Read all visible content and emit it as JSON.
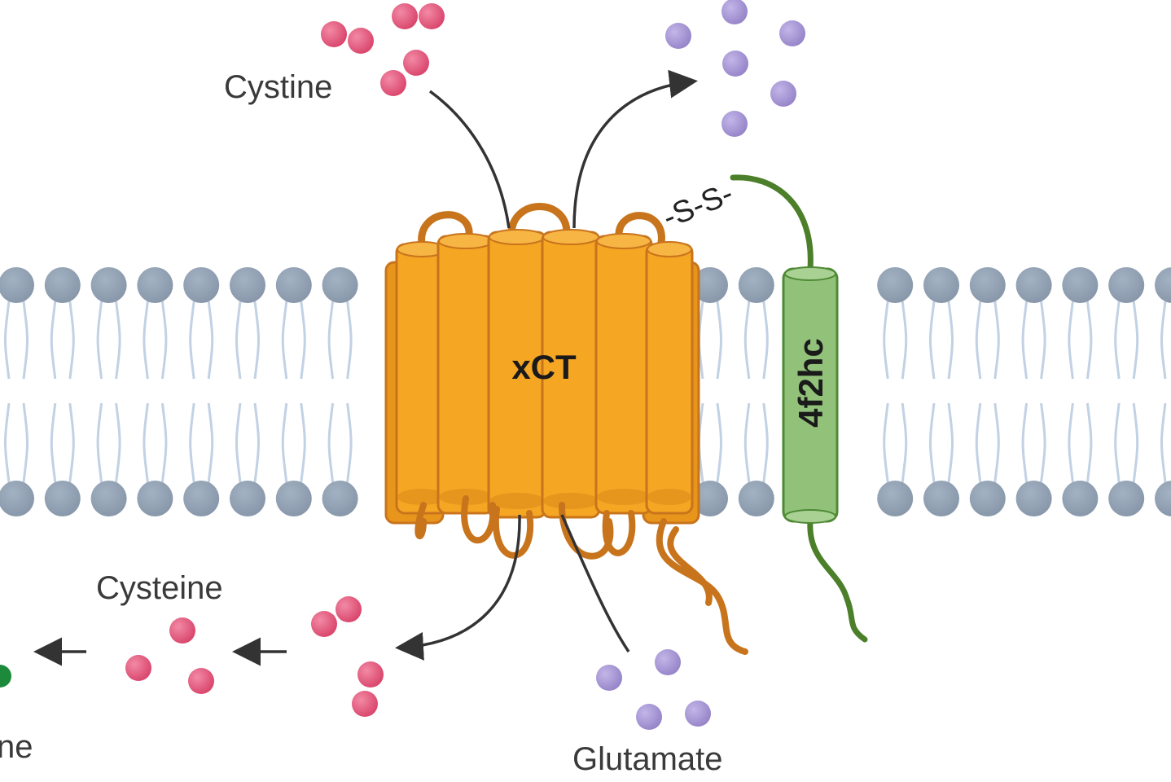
{
  "labels": {
    "cystine": "Cystine",
    "glutamate": "Glutamate",
    "cysteine": "Cysteine",
    "truncated": "ne",
    "disulfide": "-S-S-"
  },
  "proteins": {
    "transporter": "xCT",
    "heavy_chain": "4f2hc"
  },
  "colors": {
    "background": "#ffffff",
    "lipid_head": "#8e9fb1",
    "lipid_tail": "#c2d1e4",
    "transporter_fill": "#f5a623",
    "transporter_dark": "#d9881a",
    "transporter_loop": "#c8741c",
    "heavy_chain_fill": "#92c27a",
    "heavy_chain_stroke": "#4e8a35",
    "heavy_chain_tail": "#4b7f2a",
    "cystine_molecule": "#e0567a",
    "glutamate_molecule": "#a592d4",
    "green_molecule": "#1c8a3a",
    "arrow": "#333333"
  }
}
